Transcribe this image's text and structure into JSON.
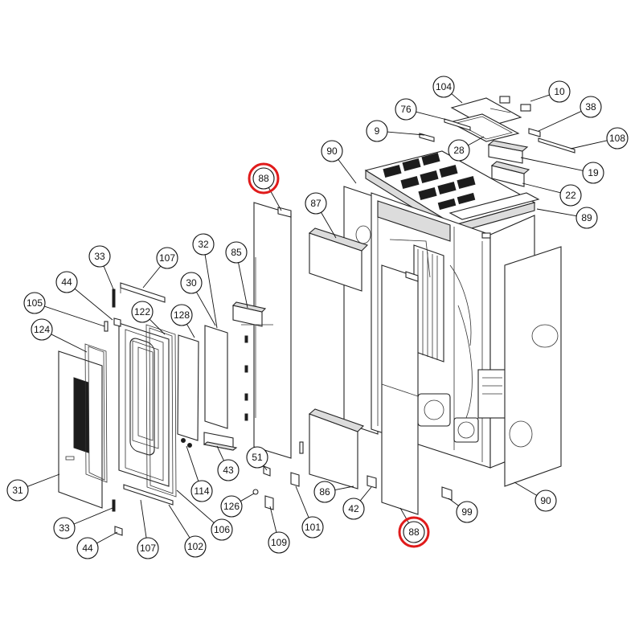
{
  "callouts": [
    {
      "id": "104",
      "label": "104"
    },
    {
      "id": "10",
      "label": "10"
    },
    {
      "id": "76",
      "label": "76"
    },
    {
      "id": "38",
      "label": "38"
    },
    {
      "id": "9",
      "label": "9"
    },
    {
      "id": "108",
      "label": "108"
    },
    {
      "id": "28",
      "label": "28"
    },
    {
      "id": "90a",
      "label": "90"
    },
    {
      "id": "19",
      "label": "19"
    },
    {
      "id": "88a",
      "label": "88"
    },
    {
      "id": "22",
      "label": "22"
    },
    {
      "id": "87",
      "label": "87"
    },
    {
      "id": "89",
      "label": "89"
    },
    {
      "id": "85",
      "label": "85"
    },
    {
      "id": "32",
      "label": "32"
    },
    {
      "id": "33a",
      "label": "33"
    },
    {
      "id": "107a",
      "label": "107"
    },
    {
      "id": "44a",
      "label": "44"
    },
    {
      "id": "30",
      "label": "30"
    },
    {
      "id": "105",
      "label": "105"
    },
    {
      "id": "122",
      "label": "122"
    },
    {
      "id": "128",
      "label": "128"
    },
    {
      "id": "124",
      "label": "124"
    },
    {
      "id": "43",
      "label": "43"
    },
    {
      "id": "51",
      "label": "51"
    },
    {
      "id": "31",
      "label": "31"
    },
    {
      "id": "114",
      "label": "114"
    },
    {
      "id": "86",
      "label": "86"
    },
    {
      "id": "42",
      "label": "42"
    },
    {
      "id": "90b",
      "label": "90"
    },
    {
      "id": "126",
      "label": "126"
    },
    {
      "id": "99",
      "label": "99"
    },
    {
      "id": "33b",
      "label": "33"
    },
    {
      "id": "106",
      "label": "106"
    },
    {
      "id": "101",
      "label": "101"
    },
    {
      "id": "88b",
      "label": "88"
    },
    {
      "id": "44b",
      "label": "44"
    },
    {
      "id": "107b",
      "label": "107"
    },
    {
      "id": "102",
      "label": "102"
    },
    {
      "id": "109",
      "label": "109"
    }
  ],
  "highlighted": [
    "88a",
    "88b"
  ],
  "highlight_color": "#e01b1b"
}
